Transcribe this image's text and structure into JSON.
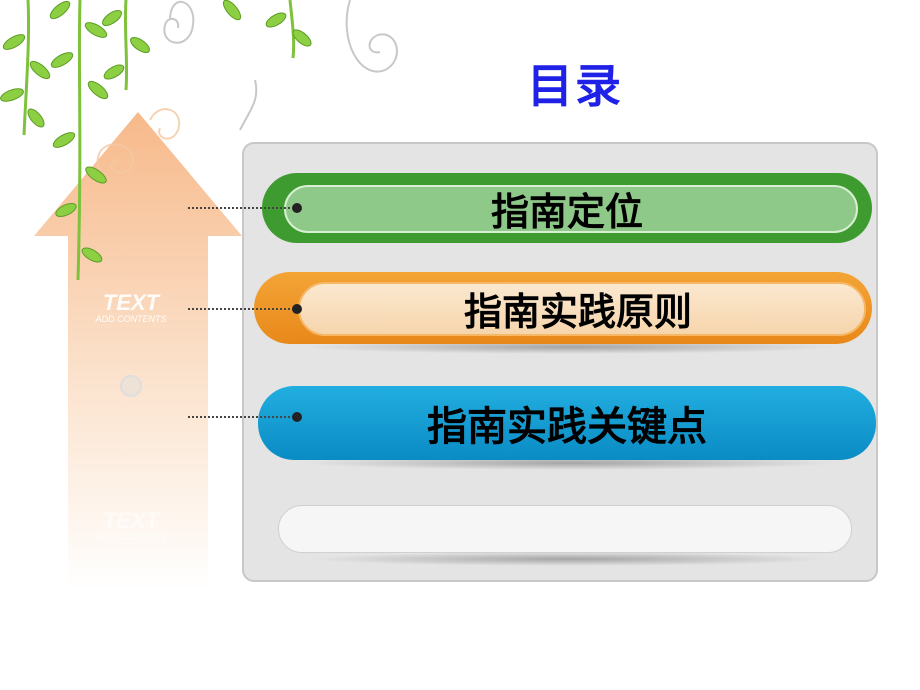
{
  "title": "目录",
  "arrow_labels": [
    {
      "title": "TEXT",
      "subtitle": "ADD CONTENTS"
    },
    {
      "title": "TEXT",
      "subtitle": "ADD CONTENTS"
    }
  ],
  "menu_items": [
    {
      "label": "指南定位",
      "color": "#3d9b2f"
    },
    {
      "label": "指南实践原则",
      "color": "#f09a2a"
    },
    {
      "label": "指南实践关键点",
      "color": "#119ad2"
    },
    {
      "label": "",
      "color": "#f6f6f6"
    }
  ],
  "colors": {
    "title": "#1f21e6",
    "arrow": "#f8c79a",
    "leaf": "#7ec13a"
  }
}
